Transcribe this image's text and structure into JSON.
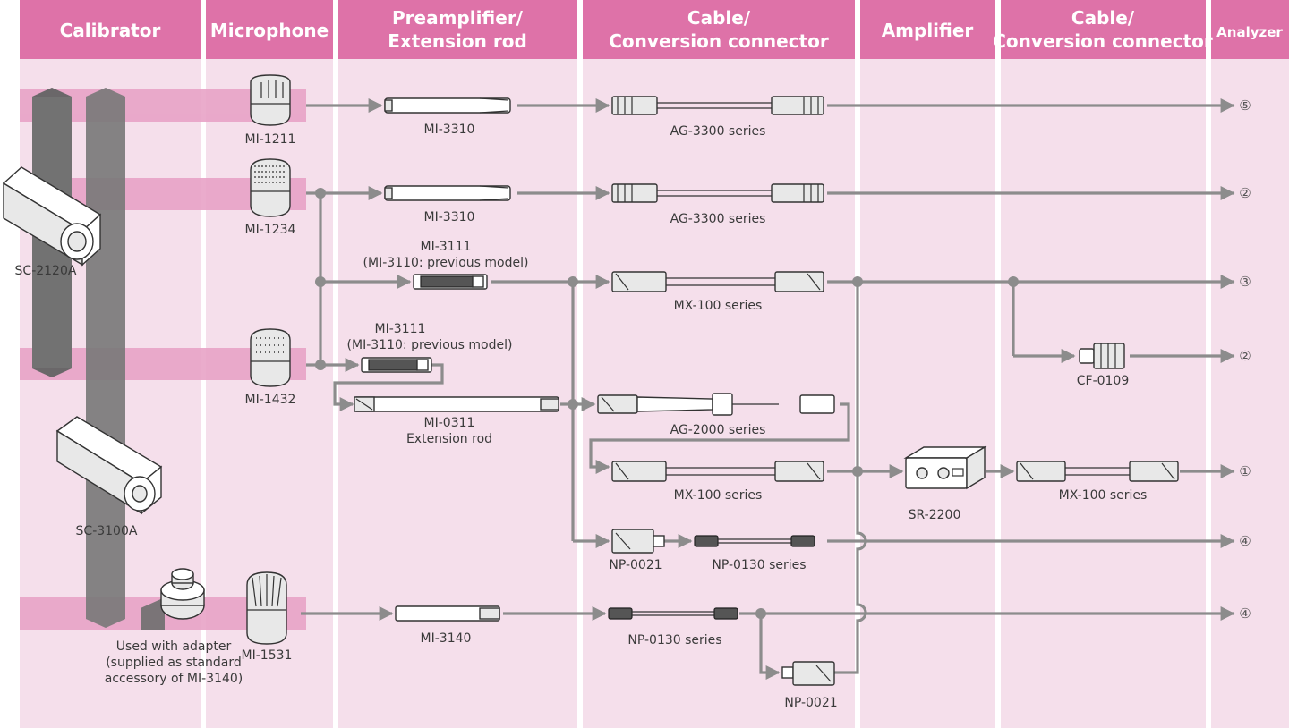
{
  "headers": {
    "calibrator": "Calibrator",
    "microphone": "Microphone",
    "preamp_l1": "Preamplifier/",
    "preamp_l2": "Extension rod",
    "cable1_l1": "Cable/",
    "cable1_l2": "Conversion connector",
    "amplifier": "Amplifier",
    "cable2_l1": "Cable/",
    "cable2_l2": "Conversion connector",
    "analyzer": "Analyzer"
  },
  "calibrators": {
    "sc2120a": "SC-2120A",
    "sc3100a": "SC-3100A",
    "adapter_l1": "Used with adapter",
    "adapter_l2": "(supplied as standard",
    "adapter_l3": "accessory of MI-3140)"
  },
  "microphones": {
    "mi1211": "MI-1211",
    "mi1234": "MI-1234",
    "mi1432": "MI-1432",
    "mi1531": "MI-1531"
  },
  "preamps": {
    "mi3310_a": "MI-3310",
    "mi3310_b": "MI-3310",
    "mi3111_a_l1": "MI-3111",
    "mi3111_a_l2": "(MI-3110: previous model)",
    "mi3111_b_l1": "MI-3111",
    "mi3111_b_l2": "(MI-3110: previous model)",
    "mi0311_l1": "MI-0311",
    "mi0311_l2": "Extension rod",
    "mi3140": "MI-3140"
  },
  "cables": {
    "ag3300_a": "AG-3300 series",
    "ag3300_b": "AG-3300 series",
    "mx100_a": "MX-100 series",
    "ag2000": "AG-2000 series",
    "mx100_b": "MX-100 series",
    "np0021_a": "NP-0021",
    "np0130_a": "NP-0130 series",
    "np0130_b": "NP-0130 series",
    "np0021_b": "NP-0021"
  },
  "amplifier": {
    "sr2200": "SR-2200"
  },
  "cables2": {
    "cf0109": "CF-0109",
    "mx100_c": "MX-100 series"
  },
  "analyzer_ports": {
    "row1": "⑤",
    "row2": "②",
    "row3": "③",
    "row4": "②",
    "row5": "①",
    "row6": "④",
    "row7": "④"
  },
  "colors": {
    "header": "#de72a8",
    "column_bg": "#f5dfeb",
    "band": "#e8a3c7",
    "line": "#8c8c8c",
    "shaft": "#6e6e6e"
  }
}
